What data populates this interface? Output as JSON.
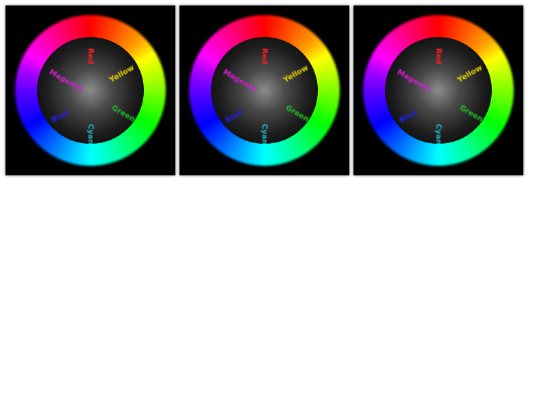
{
  "panels": [
    {
      "labels": [
        {
          "text": "Red",
          "color": "#ff2020"
        },
        {
          "text": "Yellow",
          "color": "#e8d000"
        },
        {
          "text": "Green",
          "color": "#20c020"
        },
        {
          "text": "Cyan",
          "color": "#20b8c8"
        },
        {
          "text": "Blue",
          "color": "#2020e0"
        },
        {
          "text": "Magenta",
          "color": "#d020d0"
        }
      ]
    },
    {
      "labels": [
        {
          "text": "Red",
          "color": "#ff2020"
        },
        {
          "text": "Yellow",
          "color": "#e8d000"
        },
        {
          "text": "Green",
          "color": "#20c020"
        },
        {
          "text": "Cyan",
          "color": "#20b8c8"
        },
        {
          "text": "Blue",
          "color": "#2020e0"
        },
        {
          "text": "Magenta",
          "color": "#d020d0"
        }
      ]
    },
    {
      "labels": [
        {
          "text": "Red",
          "color": "#ff2020"
        },
        {
          "text": "Yellow",
          "color": "#e8d000"
        },
        {
          "text": "Green",
          "color": "#20c020"
        },
        {
          "text": "Cyan",
          "color": "#20b8c8"
        },
        {
          "text": "Blue",
          "color": "#2020e0"
        },
        {
          "text": "Magenta",
          "color": "#d020d0"
        }
      ]
    }
  ]
}
